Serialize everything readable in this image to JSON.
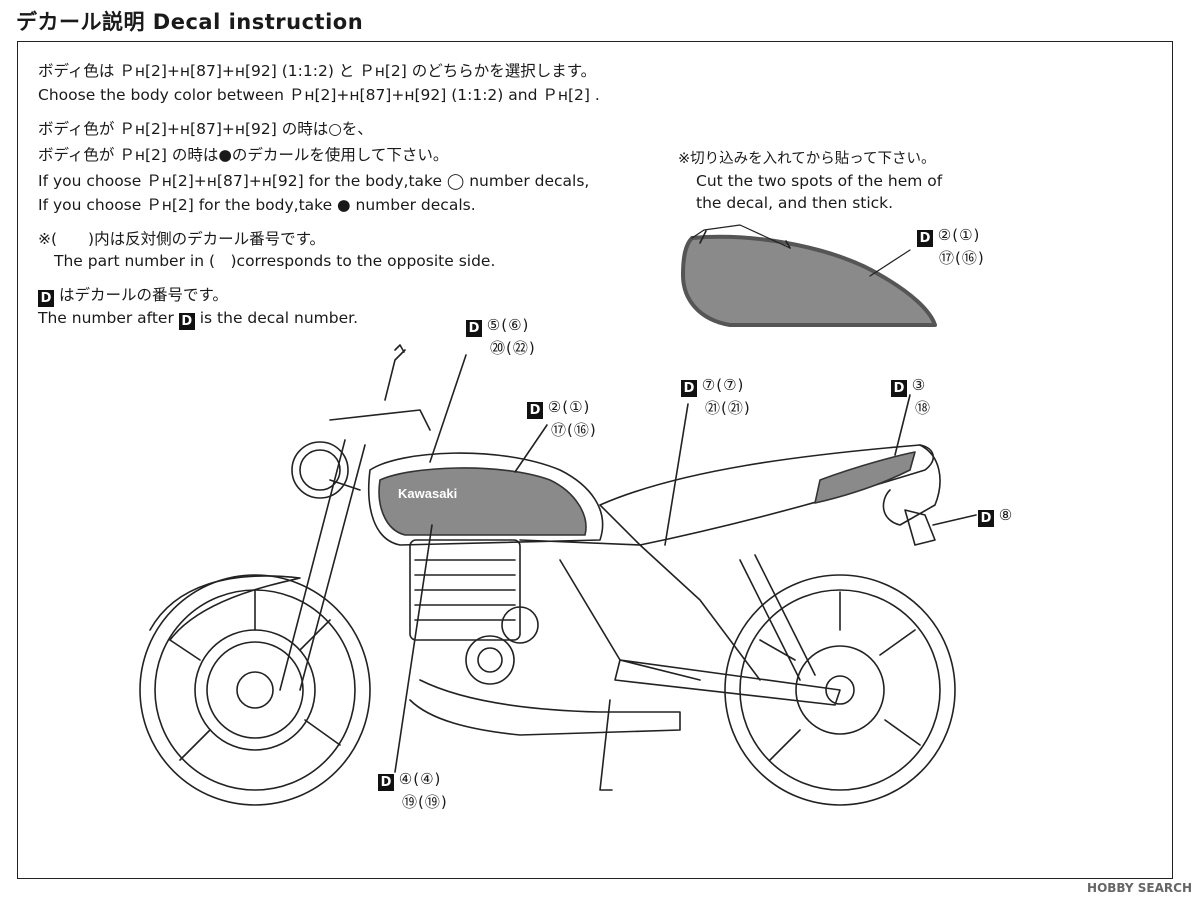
{
  "header": {
    "title": "デカール説明  Decal instruction"
  },
  "instructions": {
    "line1": "ボディ色は Ｐʜ[2]+ʜ[87]+ʜ[92] (1:1:2) と Ｐʜ[2] のどちらかを選択します。",
    "line2": "Choose the body color between Ｐʜ[2]+ʜ[87]+ʜ[92] (1:1:2) and Ｐʜ[2] .",
    "line3": "ボディ色が Ｐʜ[2]+ʜ[87]+ʜ[92] の時は○を、",
    "line4": "ボディ色が Ｐʜ[2] の時は●のデカールを使用して下さい。",
    "line5": "If you choose Ｐʜ[2]+ʜ[87]+ʜ[92] for the body,take ◯ number decals,",
    "line6": "If you choose Ｐʜ[2] for the body,take ● number decals.",
    "line7": "※(　　)内は反対側のデカール番号です。",
    "line8": "The part number in (　)corresponds to the opposite side.",
    "line9": "はデカールの番号です。",
    "line10": "The number after",
    "line10b": "is the decal number."
  },
  "tank_note": {
    "jp": "※切り込みを入れてから貼って下さい。",
    "en1": "Cut the two spots of the hem of",
    "en2": "the decal, and then stick."
  },
  "decal_marker": "D",
  "callouts": [
    {
      "id": "tank-detail",
      "top": "②(①)",
      "bottom": "⑰(⑯)"
    },
    {
      "id": "side-cover",
      "top": "⑤(⑥)",
      "bottom": "⑳(㉒)"
    },
    {
      "id": "tank",
      "top": "②(①)",
      "bottom": "⑰(⑯)"
    },
    {
      "id": "frame-emblem",
      "top": "⑦(⑦)",
      "bottom": "㉑(㉑)"
    },
    {
      "id": "seat-cowl",
      "top": "③",
      "bottom": "⑱"
    },
    {
      "id": "tail",
      "top": "⑧",
      "bottom": ""
    },
    {
      "id": "engine",
      "top": "④(④)",
      "bottom": "⑲(⑲)"
    }
  ],
  "tank_logo": "Kawasaki",
  "watermark": "HOBBY SEARCH",
  "colors": {
    "line": "#222222",
    "decal_fill": "#8a8a8a",
    "background": "#ffffff"
  }
}
